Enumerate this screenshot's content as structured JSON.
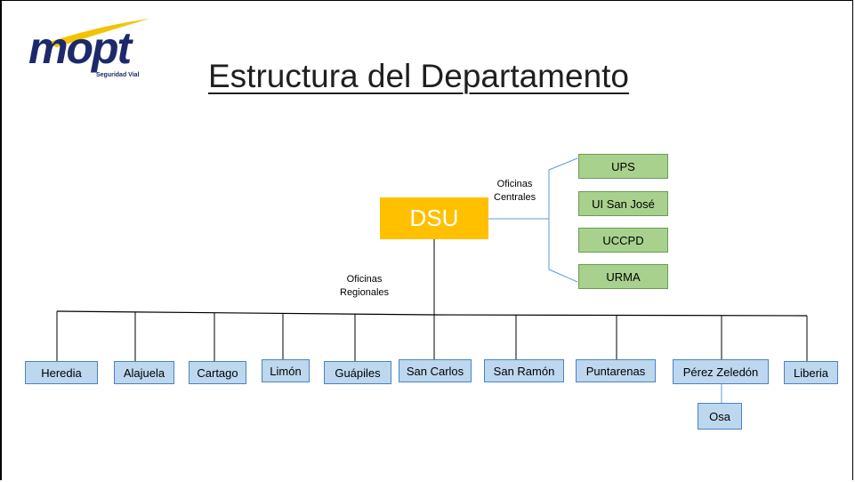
{
  "logo": {
    "wordmark": "mopt",
    "subtitle": "Seguridad Vial"
  },
  "title": "Estructura del Departamento",
  "root": "DSU",
  "central_label_line1": "Oficinas",
  "central_label_line2": "Centrales",
  "regional_label_line1": "Oficinas",
  "regional_label_line2": "Regionales",
  "central_offices": [
    "UPS",
    "UI San José",
    "UCCPD",
    "URMA"
  ],
  "regional_offices": [
    "Heredia",
    "Alajuela",
    "Cartago",
    "Limón",
    "Guápiles",
    "San Carlos",
    "San Ramón",
    "Puntarenas",
    "Pérez Zeledón",
    "Liberia"
  ],
  "sub_office": "Osa",
  "colors": {
    "root": "#ffc000",
    "central": "#a9d18e",
    "regional": "#bdd7ee",
    "logo": "#1c2a6b",
    "swoosh": "#f2c300"
  }
}
